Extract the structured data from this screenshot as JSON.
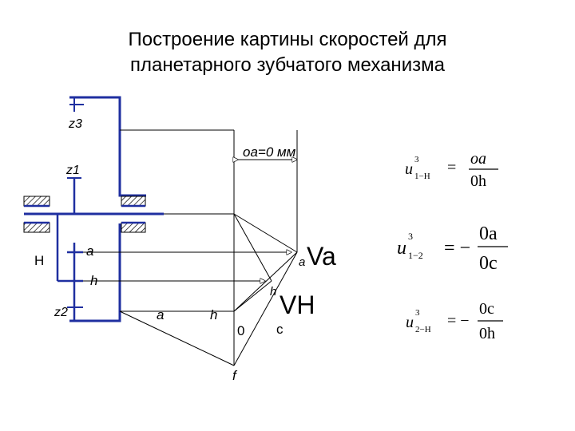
{
  "title": {
    "line1": "Построение картины скоростей для",
    "line2": "планетарного зубчатого механизма"
  },
  "labels": {
    "z3": "z3",
    "z1": "z1",
    "z2": "z2",
    "H": "H",
    "a_left": "a",
    "h_left": "h",
    "a_mid": "a",
    "h_mid": "h",
    "scale": "оа=0 мм",
    "a_small": "a",
    "Va": "Va",
    "h_small": "h",
    "VH": "VH",
    "zero": "0",
    "c": "c",
    "f": "f"
  },
  "formulas": {
    "u1": {
      "lhs": "u",
      "sup": "3",
      "sub": "1−H",
      "eq": "=",
      "num": "оа",
      "den": "0h"
    },
    "u2": {
      "lhs": "u",
      "sup": "3",
      "sub": "1−2",
      "eq": "= −",
      "num": "0a",
      "den": "0c"
    },
    "u3": {
      "lhs": "u",
      "sup": "3",
      "sub": "2−H",
      "eq": "= −",
      "num": "0c",
      "den": "0h"
    }
  },
  "colors": {
    "mechanism": "#1f2fa0",
    "lines": "#000000",
    "hatch": "#000000"
  }
}
